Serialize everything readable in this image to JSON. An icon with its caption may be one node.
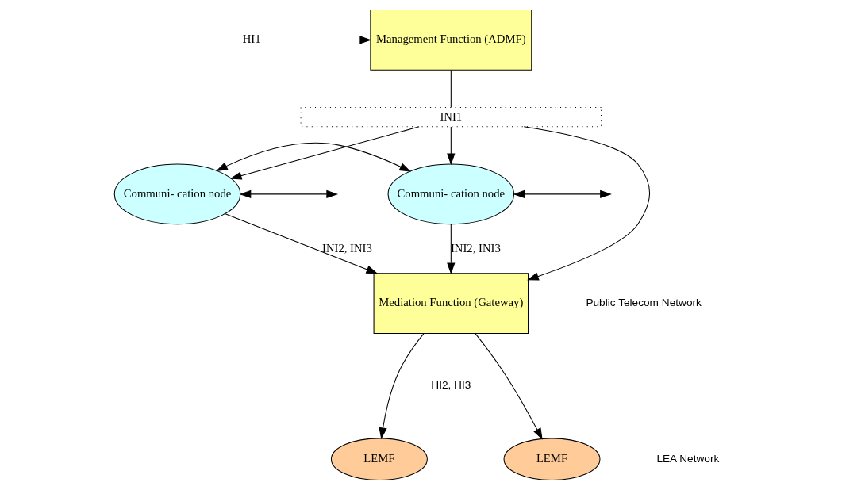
{
  "diagram": {
    "nodes": [
      {
        "text": [
          "HI1"
        ]
      },
      {
        "text": [
          "Management Function (ADMF)"
        ]
      },
      {
        "text": [
          "INI1"
        ]
      },
      {
        "text": [
          "Communi- cation node"
        ]
      },
      {
        "text": [
          "Communi- cation node"
        ]
      },
      {
        "text": [
          "Mediation Function (Gateway)"
        ]
      },
      {
        "text": [
          "LEMF"
        ]
      },
      {
        "text": [
          "LEMF"
        ]
      }
    ],
    "edges": [
      {
        "from": 0,
        "to": 1,
        "arrow": "to"
      },
      {
        "from": 1,
        "to": 2,
        "arrow": "none"
      },
      {
        "from": 2,
        "to": 3,
        "arrow": "to"
      },
      {
        "from": 2,
        "to": 4,
        "arrow": "to"
      },
      {
        "from": 2,
        "to": 5,
        "arrow": "to"
      },
      {
        "from": null,
        "to": 3,
        "arrow": "both"
      },
      {
        "from": 3,
        "to": 4,
        "arrow": "both"
      },
      {
        "from": 4,
        "to": null,
        "arrow": "both"
      },
      {
        "from": 3,
        "to": 5,
        "arrow": "to",
        "label": "INI2, INI3"
      },
      {
        "from": 4,
        "to": 5,
        "arrow": "to",
        "label": "INI2, INI3"
      },
      {
        "from": 5,
        "to": 6,
        "arrow": "to"
      },
      {
        "from": 5,
        "to": 7,
        "arrow": "to"
      }
    ],
    "labels": [
      "Public Telecom Network",
      "HI2, HI3",
      "LEA Network"
    ]
  }
}
